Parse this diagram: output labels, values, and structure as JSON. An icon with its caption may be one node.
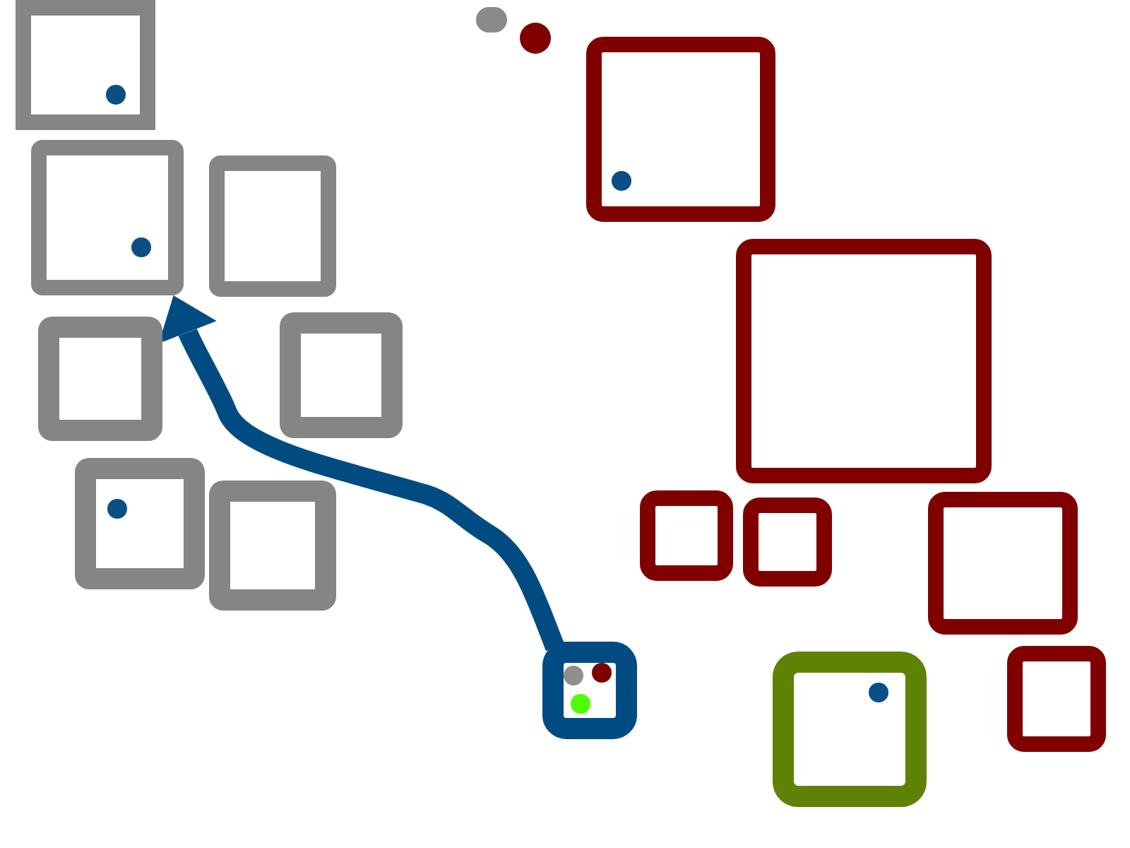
{
  "diagram": {
    "nodes": [
      {
        "text": [],
        "shape": "box"
      },
      {
        "text": [],
        "shape": "circle",
        "in": 0
      },
      {
        "text": [],
        "shape": "circle"
      },
      {
        "text": [],
        "shape": "circle"
      },
      {
        "text": [],
        "shape": "box"
      },
      {
        "text": [],
        "shape": "circle",
        "in": 4
      },
      {
        "text": [],
        "shape": "box"
      },
      {
        "text": [],
        "shape": "circle",
        "in": 6
      },
      {
        "text": [],
        "shape": "box"
      },
      {
        "text": [],
        "shape": "box"
      },
      {
        "text": [],
        "shape": "box"
      },
      {
        "text": [],
        "shape": "box"
      },
      {
        "text": [],
        "shape": "box"
      },
      {
        "text": [],
        "shape": "circle",
        "in": 12
      },
      {
        "text": [],
        "shape": "box"
      },
      {
        "text": [],
        "shape": "box"
      },
      {
        "text": [],
        "shape": "box"
      },
      {
        "text": [],
        "shape": "box"
      },
      {
        "text": [],
        "shape": "box"
      },
      {
        "text": [],
        "shape": "circle",
        "in": 18
      },
      {
        "text": [],
        "shape": "circle",
        "in": 18
      },
      {
        "text": [],
        "shape": "circle",
        "in": 18
      },
      {
        "text": [],
        "shape": "box"
      },
      {
        "text": [],
        "shape": "box"
      },
      {
        "text": [],
        "shape": "circle",
        "in": 23
      }
    ],
    "edges": [
      {
        "from": 18,
        "to": 6,
        "arrow": "to"
      }
    ]
  }
}
